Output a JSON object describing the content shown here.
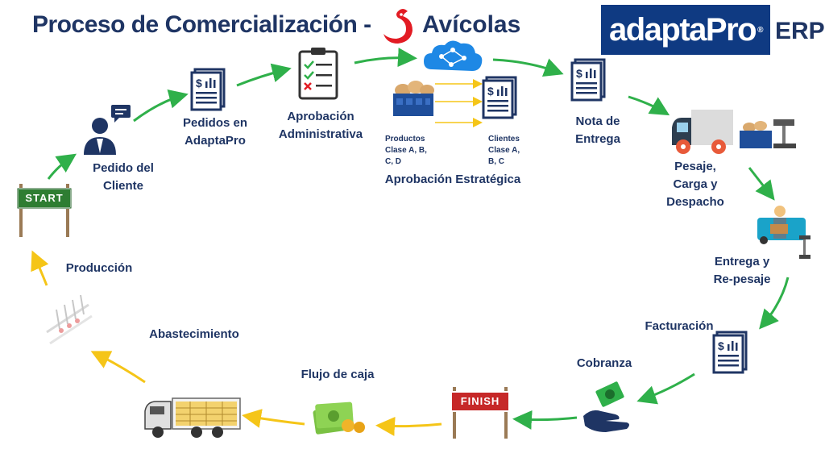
{
  "header": {
    "title": "Proceso de Comercialización -",
    "title_suffix": "Avícolas",
    "brand": "adaptaPro",
    "brand_suffix": "ERP"
  },
  "steps": {
    "start": "START",
    "pedido_cliente": "Pedido del\nCliente",
    "pedidos_adaptapro": "Pedidos en\nAdaptaPro",
    "aprobacion_admin": "Aprobación\nAdministrativa",
    "productos": "Productos\nClase A, B,\nC, D",
    "clientes": "Clientes\nClase A,\nB, C",
    "aprobacion_estrategica": "Aprobación Estratégica",
    "nota_entrega": "Nota de\nEntrega",
    "pesaje": "Pesaje,\nCarga y\nDespacho",
    "entrega": "Entrega y\nRe-pesaje",
    "facturacion": "Facturación",
    "cobranza": "Cobranza",
    "finish": "FINISH",
    "flujo_caja": "Flujo de caja",
    "abastecimiento": "Abastecimiento",
    "produccion": "Producción"
  },
  "colors": {
    "title": "#1f3564",
    "green_arrow": "#2fb04a",
    "yellow_arrow": "#f5c518",
    "brand_bg": "#0f3a82",
    "chicken_red": "#e21b23"
  }
}
